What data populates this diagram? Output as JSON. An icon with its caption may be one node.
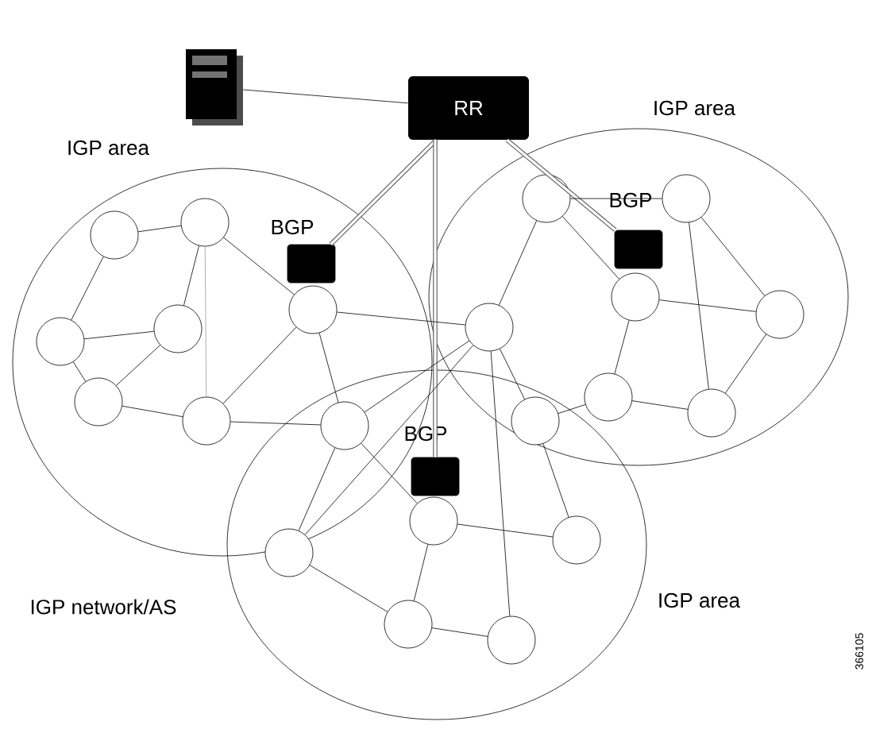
{
  "diagram": {
    "nodes": [
      {
        "text": [],
        "shape": "server"
      },
      {
        "text": [
          "RR"
        ]
      },
      {
        "text": [
          "IGP area"
        ]
      },
      {
        "text": [],
        "shape": "box",
        "beside": [
          "BGP"
        ],
        "in": 2
      },
      {
        "text": [],
        "shape": "circle",
        "in": 2
      },
      {
        "text": [],
        "shape": "circle",
        "in": 2
      },
      {
        "text": [],
        "shape": "circle",
        "in": 2
      },
      {
        "text": [],
        "shape": "circle",
        "in": 2
      },
      {
        "text": [],
        "shape": "circle",
        "in": 2
      },
      {
        "text": [],
        "shape": "circle",
        "in": 2
      },
      {
        "text": [],
        "shape": "circle",
        "in": 2
      },
      {
        "text": [],
        "shape": "circle"
      },
      {
        "text": [
          "IGP area"
        ]
      },
      {
        "text": [],
        "shape": "box",
        "beside": [
          "BGP"
        ],
        "in": 12
      },
      {
        "text": [],
        "shape": "circle",
        "in": 12
      },
      {
        "text": [],
        "shape": "circle",
        "in": 12
      },
      {
        "text": [],
        "shape": "circle",
        "in": 12
      },
      {
        "text": [],
        "shape": "circle",
        "in": 12
      },
      {
        "text": [],
        "shape": "circle",
        "in": 12
      },
      {
        "text": [],
        "shape": "circle",
        "in": 12
      },
      {
        "text": [],
        "shape": "circle"
      },
      {
        "text": [],
        "shape": "circle",
        "in": 12
      },
      {
        "text": [
          "IGP area"
        ]
      },
      {
        "text": [],
        "shape": "box",
        "beside": [
          "BGP"
        ],
        "in": 22
      },
      {
        "text": [],
        "shape": "circle",
        "in": 22
      },
      {
        "text": [],
        "shape": "circle",
        "in": 22
      },
      {
        "text": [],
        "shape": "circle",
        "in": 22
      },
      {
        "text": [],
        "shape": "circle",
        "in": 22
      },
      {
        "text": [],
        "shape": "circle",
        "in": 22
      }
    ],
    "edges": [
      {
        "from": 0,
        "to": 1,
        "arrow": "none"
      },
      {
        "from": 1,
        "to": 3,
        "arrow": "none",
        "style": "thick",
        "color": "#666666"
      },
      {
        "from": 1,
        "to": 13,
        "arrow": "none",
        "style": "thick",
        "color": "#666666"
      },
      {
        "from": 1,
        "to": 23,
        "arrow": "none",
        "style": "thick",
        "color": "#666666"
      },
      {
        "from": 4,
        "to": 5,
        "arrow": "none"
      },
      {
        "from": 4,
        "to": 6,
        "arrow": "none"
      },
      {
        "from": 5,
        "to": 7,
        "arrow": "none"
      },
      {
        "from": 5,
        "to": 9,
        "arrow": "none",
        "color": "#9a9a9a"
      },
      {
        "from": 5,
        "to": 10,
        "arrow": "none"
      },
      {
        "from": 6,
        "to": 7,
        "arrow": "none"
      },
      {
        "from": 6,
        "to": 8,
        "arrow": "none"
      },
      {
        "from": 7,
        "to": 8,
        "arrow": "none"
      },
      {
        "from": 8,
        "to": 9,
        "arrow": "none"
      },
      {
        "from": 9,
        "to": 10,
        "arrow": "none"
      },
      {
        "from": 9,
        "to": 11,
        "arrow": "none"
      },
      {
        "from": 10,
        "to": 11,
        "arrow": "none"
      },
      {
        "from": 10,
        "to": 17,
        "arrow": "none"
      },
      {
        "from": 11,
        "to": 17,
        "arrow": "none"
      },
      {
        "from": 14,
        "to": 15,
        "arrow": "none"
      },
      {
        "from": 14,
        "to": 17,
        "arrow": "none"
      },
      {
        "from": 14,
        "to": 16,
        "arrow": "none"
      },
      {
        "from": 15,
        "to": 18,
        "arrow": "none"
      },
      {
        "from": 15,
        "to": 21,
        "arrow": "none"
      },
      {
        "from": 16,
        "to": 18,
        "arrow": "none"
      },
      {
        "from": 16,
        "to": 19,
        "arrow": "none"
      },
      {
        "from": 19,
        "to": 21,
        "arrow": "none"
      },
      {
        "from": 18,
        "to": 21,
        "arrow": "none"
      },
      {
        "from": 17,
        "to": 20,
        "arrow": "none"
      },
      {
        "from": 19,
        "to": 20,
        "arrow": "none"
      },
      {
        "from": 11,
        "to": 24,
        "arrow": "none"
      },
      {
        "from": 11,
        "to": 25,
        "arrow": "none"
      },
      {
        "from": 24,
        "to": 26,
        "arrow": "none"
      },
      {
        "from": 24,
        "to": 27,
        "arrow": "none"
      },
      {
        "from": 25,
        "to": 27,
        "arrow": "none"
      },
      {
        "from": 27,
        "to": 28,
        "arrow": "none"
      },
      {
        "from": 26,
        "to": 20,
        "arrow": "none"
      },
      {
        "from": 28,
        "to": 17,
        "arrow": "none"
      },
      {
        "from": 25,
        "to": 17,
        "arrow": "none"
      }
    ],
    "labels": [
      "IGP network/AS",
      "366105"
    ]
  }
}
